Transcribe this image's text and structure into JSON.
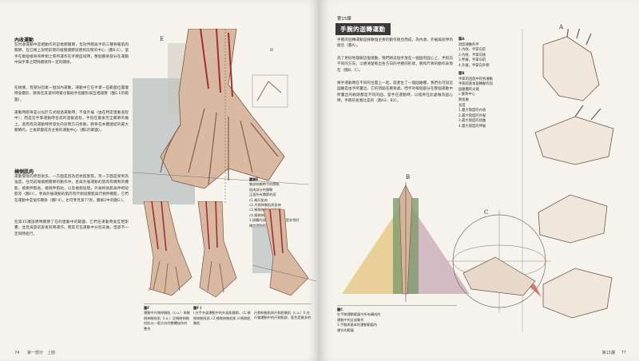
{
  "left": {
    "section1": {
      "title": "內收運動",
      "paragraphs": [
        "在內收運動中是相動作的是橈腕關節，包括伸腕與手的三種骨骼肌肉關節。在已將上說明前臂的橈腕關節說明到前臂的中心（圖B.E）。當手在兩個橈骨骨幹側之際所運作在手腕區域時，整個腕骨部分在運動中與手掌之間持續保持一定的關係。",
        "在橈側，有部份因素一個加內運動，運動中它在手掌一些範圍位置擺時會變形，腕骨在其運作時最也幫助手指變形與互相調整（圖E.E的範圍）。",
        "運動時腕骨是以似於方式繞過運動時；不會外偏（由在特定連動過程中）；而是在手掌運動時合成的連動過程，手指在最後完全關節的做上，進而有向運動時所發生的前臂方向移動，腕骨在本體連結的最大關節的，之後即變成為主要的運動中心（圖E的範圍）。"
      ]
    },
    "section2": {
      "title": "橈側肌肉",
      "paragraphs": [
        "運動受限的原因很多，一方面是因為拮抗肌緊張，另一方面是受到為強度，任何前端橈腕關節的動作中，各與外展運動的肌肉有機制的機能，橈側伸肌長，橈側伸肌短，以及橈側屈肌，外展拇長肌與伸拇短肌等（圖F.I）。參與外展運動的肌肉有尺側屈腕肌與尺側伸腕肌，它們在運動中是協作關係（圖F.II）。也可參見第77頁，圖解2中的圖G I。",
        "在第15課說明時關節了在的連動中的範圍、它們在運動時會互相影響，並且與旋前旋後同時運作。而其可在運動中分別去做，但卻不一定同時進行。"
      ]
    },
    "figure_labels": {
      "e": "E",
      "f": "F",
      "i": "I",
      "ii": "II"
    },
    "caption_e": {
      "title": "圖解E",
      "lines": [
        "腕部伸腕時手的關係",
        "肌肉部分的腱鞘",
        "正面所有關節的面",
        "c1.橈尺肌肉",
        "c2.尺側伸腕肌與長伸",
        "c3.橈側伸腕長短肌群",
        "c4.橈側伸腕短肌及長伸",
        "1.接觸的部位，大多數都是非常好",
        "確定運動範圍"
      ]
    },
    "captions_bottom": [
      {
        "title": "圖F",
        "text": "運動中尺側伸腕肌（c.u.）與橈側伸腕長肌（l.u.）及橈側伸腕短肌以一個方向的整體協作的整合"
      },
      {
        "title": "圖F I",
        "text": "I.在手外展運動中的外展肌腱群。c1.橈側伸腕長肌 c2.橈側伸腕短肌 d.橈側屈腕肌"
      },
      {
        "title": "",
        "text": "尺側伸腕肌與尺側屈腕肌（c.u.）II.在尺偏運動中的尺側肌群，藍色是最多的"
      }
    ],
    "footer": {
      "page": "74",
      "section": "第一部分　上肢"
    }
  },
  "right": {
    "lesson": {
      "tag": "第15課",
      "title": "手腕的迴轉運動"
    },
    "paragraphs": [
      "手腕的迴轉運動是將數個主要的動作組合而成，為內收、外展與屈伸的組合（圖A）。",
      "為了更好地理解這個運動，我們將這個手放在一個圓的圓心上，手指向不同的方向，以便清楚看出各方向的手腕的形狀，腕和尺骨的動作表現在（圖B、C）。",
      "將手運動時在不同的位置上一起，就產生了一個圓錐體，我們也可說這圓錐是由手所畫出，它的頂點在腕骨處，而手的每個部分在整個運動中所畫出的軌跡都是不同的圓。當手在運動時，以橈骨在此處做為圓心時，手腕的長寬比是的（圖A2、B2）。"
    ],
    "caption_a": {
      "title": "圖A",
      "lines": [
        "迴旋運動的手",
        "1.內收、手掌向前",
        "2.內收，手掌向後",
        "3.伸展，手掌向前",
        "4.外展，手掌向外側"
      ]
    },
    "caption_bc": {
      "title": "圖B",
      "lines": [
        "手掌的迴旋中的各運動",
        "手腕的基本旋轉動作與",
        "圓錐體的尖端",
        "c.腕骨中心",
        "腕長軸",
        "長度",
        "1.最大限度的內收",
        "2.最大限度的外展",
        "3.最大限度的屈曲",
        "4.最大限度的伸展"
      ]
    },
    "figure_labels": {
      "a": "A",
      "b": "B",
      "c": "C"
    },
    "caption_bottom": {
      "title": "圖C",
      "lines": [
        "在手腕運動範圍中所有構成的",
        "運動中的全部動作",
        "1.手腕與基本的運動範圍內",
        "運作的範圍"
      ]
    },
    "footer": {
      "section": "第15課",
      "page": "77"
    }
  }
}
